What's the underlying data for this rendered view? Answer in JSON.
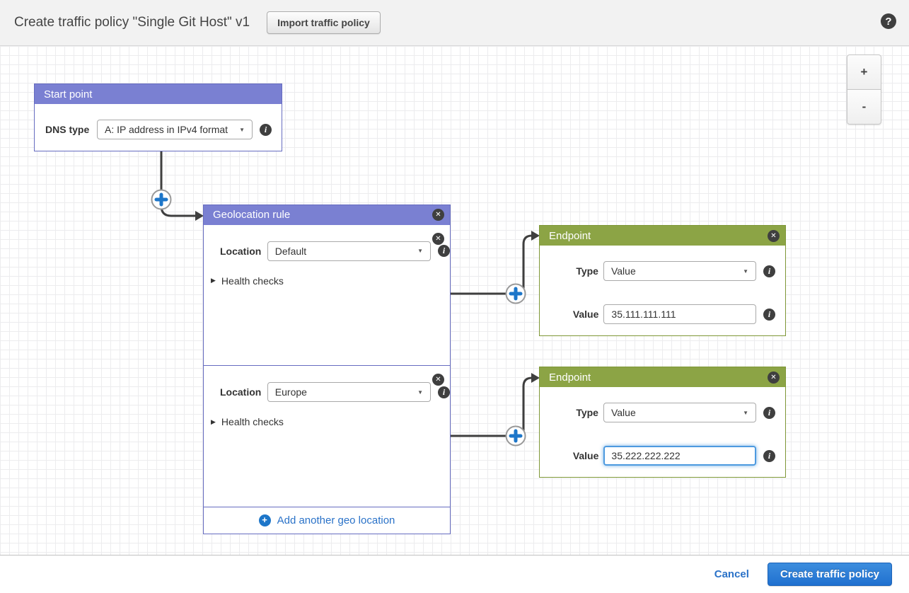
{
  "header": {
    "title": "Create traffic policy \"Single Git Host\" v1",
    "import_button": "Import traffic policy"
  },
  "canvas": {
    "zoom_in": "+",
    "zoom_out": "-",
    "start_point": {
      "title": "Start point",
      "dns_type_label": "DNS type",
      "dns_type_value": "A: IP address in IPv4 format"
    },
    "geolocation_rule": {
      "title": "Geolocation rule",
      "sections": [
        {
          "location_label": "Location",
          "location_value": "Default",
          "health_checks_label": "Health checks"
        },
        {
          "location_label": "Location",
          "location_value": "Europe",
          "health_checks_label": "Health checks"
        }
      ],
      "add_link": "Add another geo location"
    },
    "endpoints": [
      {
        "title": "Endpoint",
        "type_label": "Type",
        "type_value": "Value",
        "value_label": "Value",
        "value": "35.111.111.111",
        "focused": false
      },
      {
        "title": "Endpoint",
        "type_label": "Type",
        "type_value": "Value",
        "value_label": "Value",
        "value": "35.222.222.222",
        "focused": true
      }
    ]
  },
  "footer": {
    "cancel": "Cancel",
    "create": "Create traffic policy"
  },
  "icons": {
    "close": "✕",
    "info": "i",
    "plus": "+",
    "caret": "▼",
    "expander": "▶",
    "help": "?"
  },
  "colors": {
    "purple_header": "#7a80d2",
    "purple_border": "#666cc0",
    "green_header": "#8ca445",
    "green_border": "#7e9737",
    "accent_blue": "#1d76c9",
    "link_blue": "#2a72c8",
    "connector": "#3f3f3f"
  }
}
